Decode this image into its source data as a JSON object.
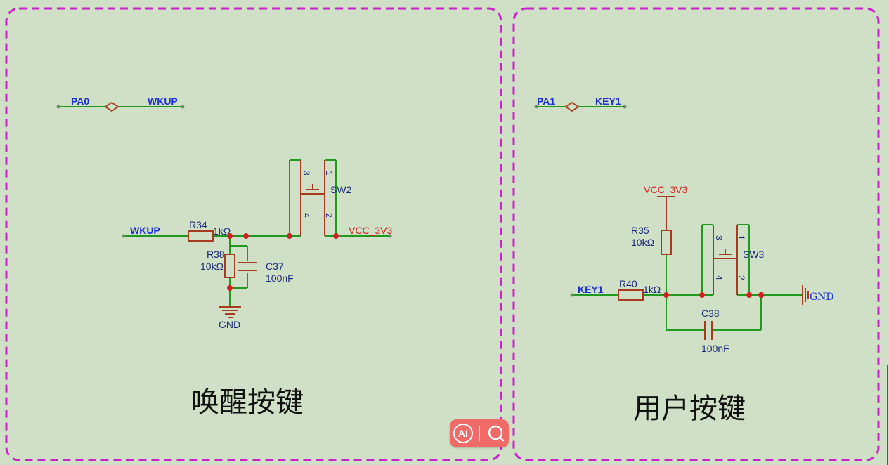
{
  "left_panel": {
    "title": "唤醒按键",
    "net_alias": {
      "from": "PA0",
      "to": "WKUP"
    },
    "input_net": "WKUP",
    "supply_net": "VCC_3V3",
    "ground_label": "GND",
    "resistor_series": {
      "ref": "R34",
      "value": "1kΩ"
    },
    "resistor_pulldown": {
      "ref": "R38",
      "value": "10kΩ"
    },
    "capacitor": {
      "ref": "C37",
      "value": "100nF"
    },
    "switch": {
      "ref": "SW2",
      "pins": [
        "3",
        "4",
        "1",
        "2"
      ]
    }
  },
  "right_panel": {
    "title": "用户按键",
    "net_alias": {
      "from": "PA1",
      "to": "KEY1"
    },
    "input_net": "KEY1",
    "supply_net": "VCC_3V3",
    "ground_label": "GND",
    "resistor_series": {
      "ref": "R40",
      "value": "1kΩ"
    },
    "resistor_pullup": {
      "ref": "R35",
      "value": "10kΩ"
    },
    "capacitor": {
      "ref": "C38",
      "value": "100nF"
    },
    "switch": {
      "ref": "SW3",
      "pins": [
        "3",
        "4",
        "1",
        "2"
      ]
    }
  },
  "colors": {
    "background": "#cfe0c6",
    "frame": "#cc22cc",
    "wire": "#1f9a1f",
    "component": "#a83a1f",
    "junction": "#d21f1f",
    "net_label": "#1a2fd6",
    "power_label": "#e01a1a"
  },
  "badge": {
    "text": "AI",
    "icons": [
      "ai-icon",
      "search-icon"
    ]
  }
}
